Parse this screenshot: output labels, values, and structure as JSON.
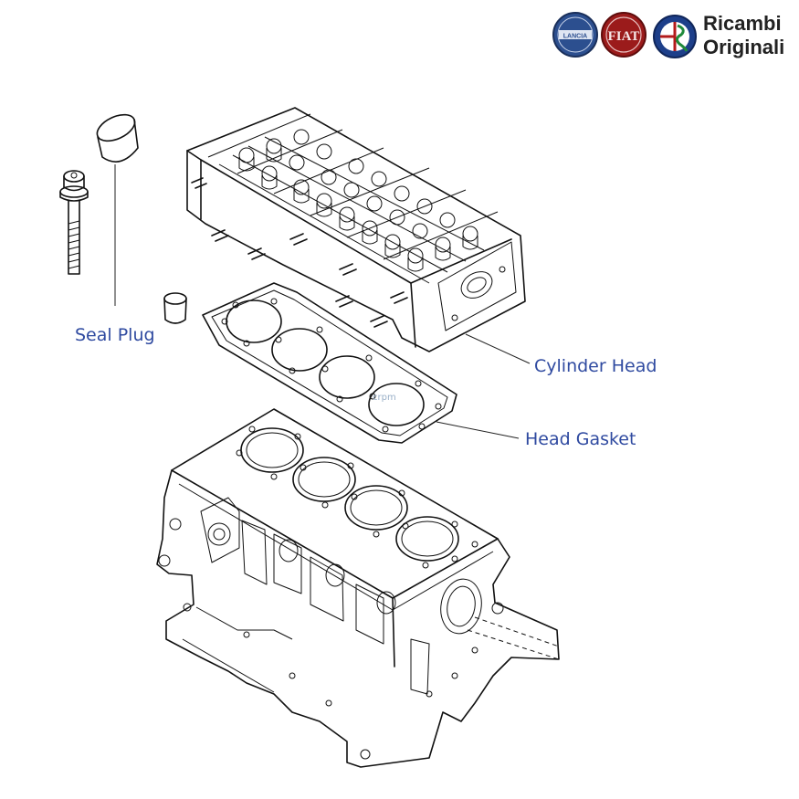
{
  "brand": {
    "logos": [
      "lancia-logo",
      "fiat-logo",
      "alfa-romeo-logo"
    ],
    "lancia_text": "LANCIA",
    "fiat_text": "FIAT",
    "title_line1": "Ricambi",
    "title_line2": "Originali"
  },
  "callouts": {
    "seal_plug": "Seal Plug",
    "cylinder_head": "Cylinder Head",
    "head_gasket": "Head Gasket"
  },
  "watermark": "crpm",
  "colors": {
    "callout_text": "#2f4aa0",
    "line_art": "#111111",
    "background": "#ffffff",
    "lancia_blue": "#2c4f8f",
    "fiat_red": "#9b1b1b",
    "alfa_blue": "#1d3f8a"
  }
}
